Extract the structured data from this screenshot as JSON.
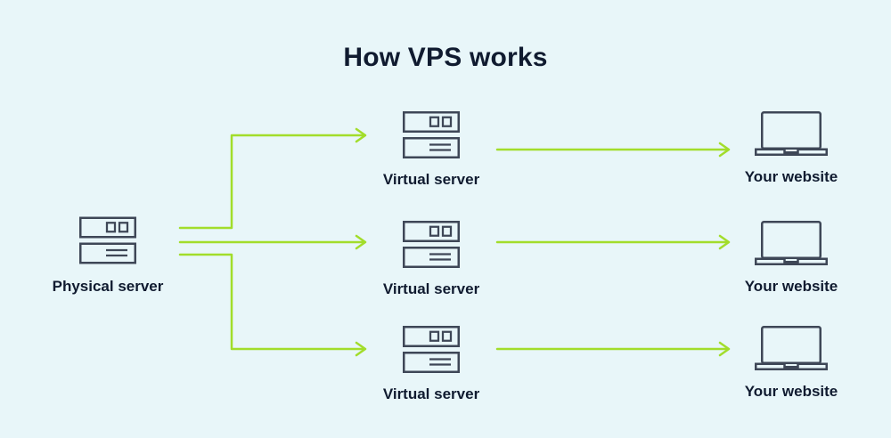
{
  "title": "How VPS works",
  "colors": {
    "background": "#e8f6f9",
    "arrow": "#a2dd2b",
    "icon_stroke": "#3e4757",
    "text": "#101b30"
  },
  "physical_server": {
    "label": "Physical server"
  },
  "rows": [
    {
      "virtual_server_label": "Virtual server",
      "website_label": "Your website"
    },
    {
      "virtual_server_label": "Virtual server",
      "website_label": "Your website"
    },
    {
      "virtual_server_label": "Virtual server",
      "website_label": "Your website"
    }
  ]
}
